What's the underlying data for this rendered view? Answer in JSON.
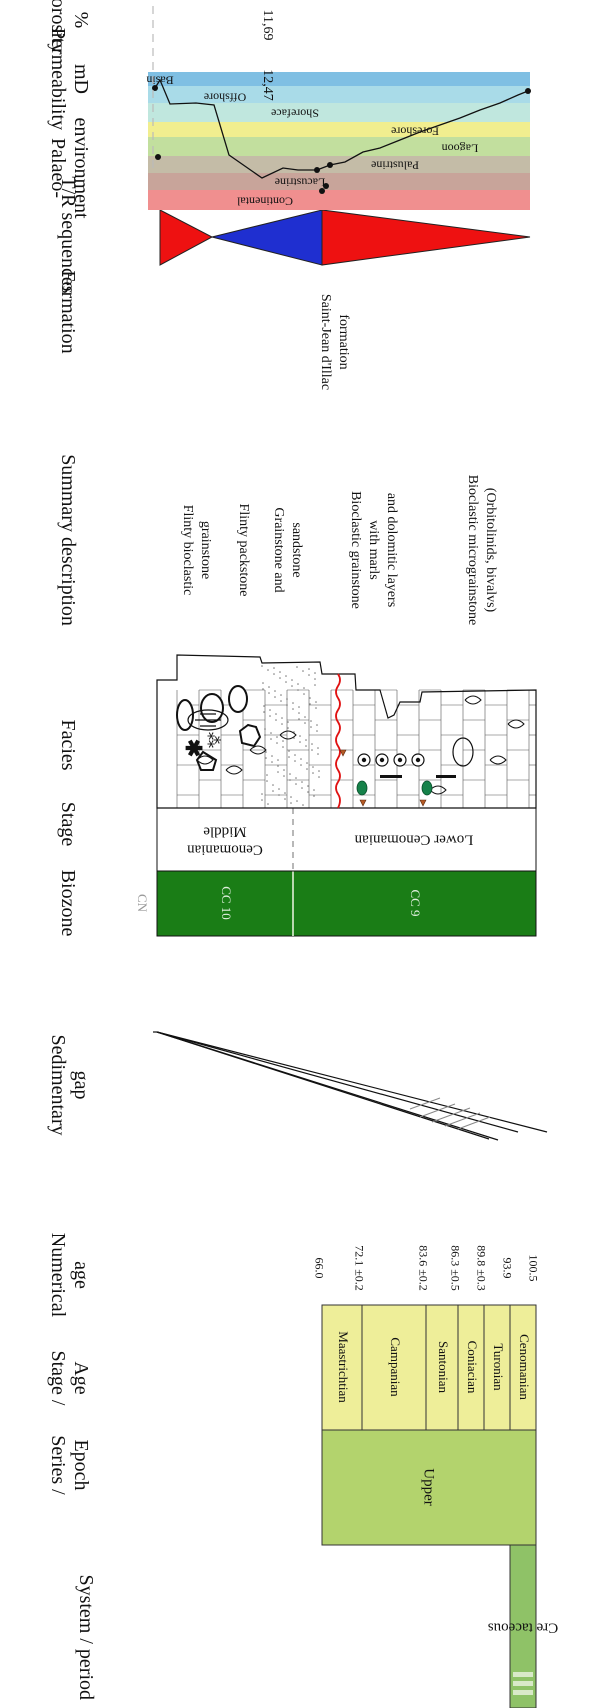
{
  "headers": {
    "system_period": "System / period",
    "series_epoch_1": "Series /",
    "series_epoch_2": "Epoch",
    "stage_age_1": "Stage /",
    "stage_age_2": "Age",
    "numerical_age_1": "Numerical",
    "numerical_age_2": "age",
    "sedimentary_gap_1": "Sedimentary",
    "sedimentary_gap_2": "gap",
    "biozone": "Biozone",
    "biozone_code": "CN",
    "stage": "Stage",
    "facies": "Facies",
    "summary_description": "Summary description",
    "formation": "Formation",
    "tr_sequences": "T/R sequences",
    "palaeo_1": "Palaeo-",
    "palaeo_2": "environment",
    "permeability_1": "Permeability",
    "permeability_2": "mD",
    "porosity_1": "Porosity",
    "porosity_2": "%"
  },
  "timescale": {
    "system": "Cre taceous",
    "epoch": "Upper",
    "stages": [
      "Maastrichtian",
      "Campanian",
      "Santonian",
      "Coniacian",
      "Turonian",
      "Cenomanian"
    ],
    "ages": [
      "66.0",
      "72.1 ±0.2",
      "83.6 ±0.2",
      "86.3 ±0.5",
      "89.8 ±0.3",
      "93.9",
      "100.5"
    ],
    "colors": {
      "system": "#8fc267",
      "epoch": "#b3d36d",
      "stage": "#eeee99"
    }
  },
  "biozones": [
    {
      "label": "CC 10",
      "color": "#1a7d16"
    },
    {
      "label": "CC 9",
      "color": "#1a7d16"
    }
  ],
  "stages": [
    "Middle",
    "Cenomanian",
    "Lower Cenomanian"
  ],
  "descriptions": [
    [
      "Flinty bioclastic",
      "grainstone"
    ],
    [
      "Flinty packstone"
    ],
    [
      "Grainstone and",
      "sandstone"
    ],
    [
      "Bioclastic grainstone",
      "with marls",
      "and dolomitic layers"
    ],
    [
      "Bioclastic micrograinstone",
      "(Orbitolinids, bivalvs)"
    ]
  ],
  "formation": [
    "Saint-Jean d'Illac",
    "formation"
  ],
  "tr_colors": {
    "transgressive": "#ee1111",
    "regressive": "#1f2fd0"
  },
  "palaeo_environments": [
    {
      "label": "Continental",
      "color": "#f08f8f"
    },
    {
      "label": "Lacustrine",
      "color": "#c8a49a"
    },
    {
      "label": "Palustrine",
      "color": "#c4bca7"
    },
    {
      "label": "Lagoon",
      "color": "#c2df9e"
    },
    {
      "label": "Foreshore",
      "color": "#f1ee8f"
    },
    {
      "label": "Shoreface",
      "color": "#c0e7de"
    },
    {
      "label": "Offshore",
      "color": "#a9dbe8"
    },
    {
      "label": "Basin",
      "color": "#7fbfe3"
    }
  ],
  "measurements": {
    "permeability": "12,47",
    "porosity": "11,69"
  }
}
